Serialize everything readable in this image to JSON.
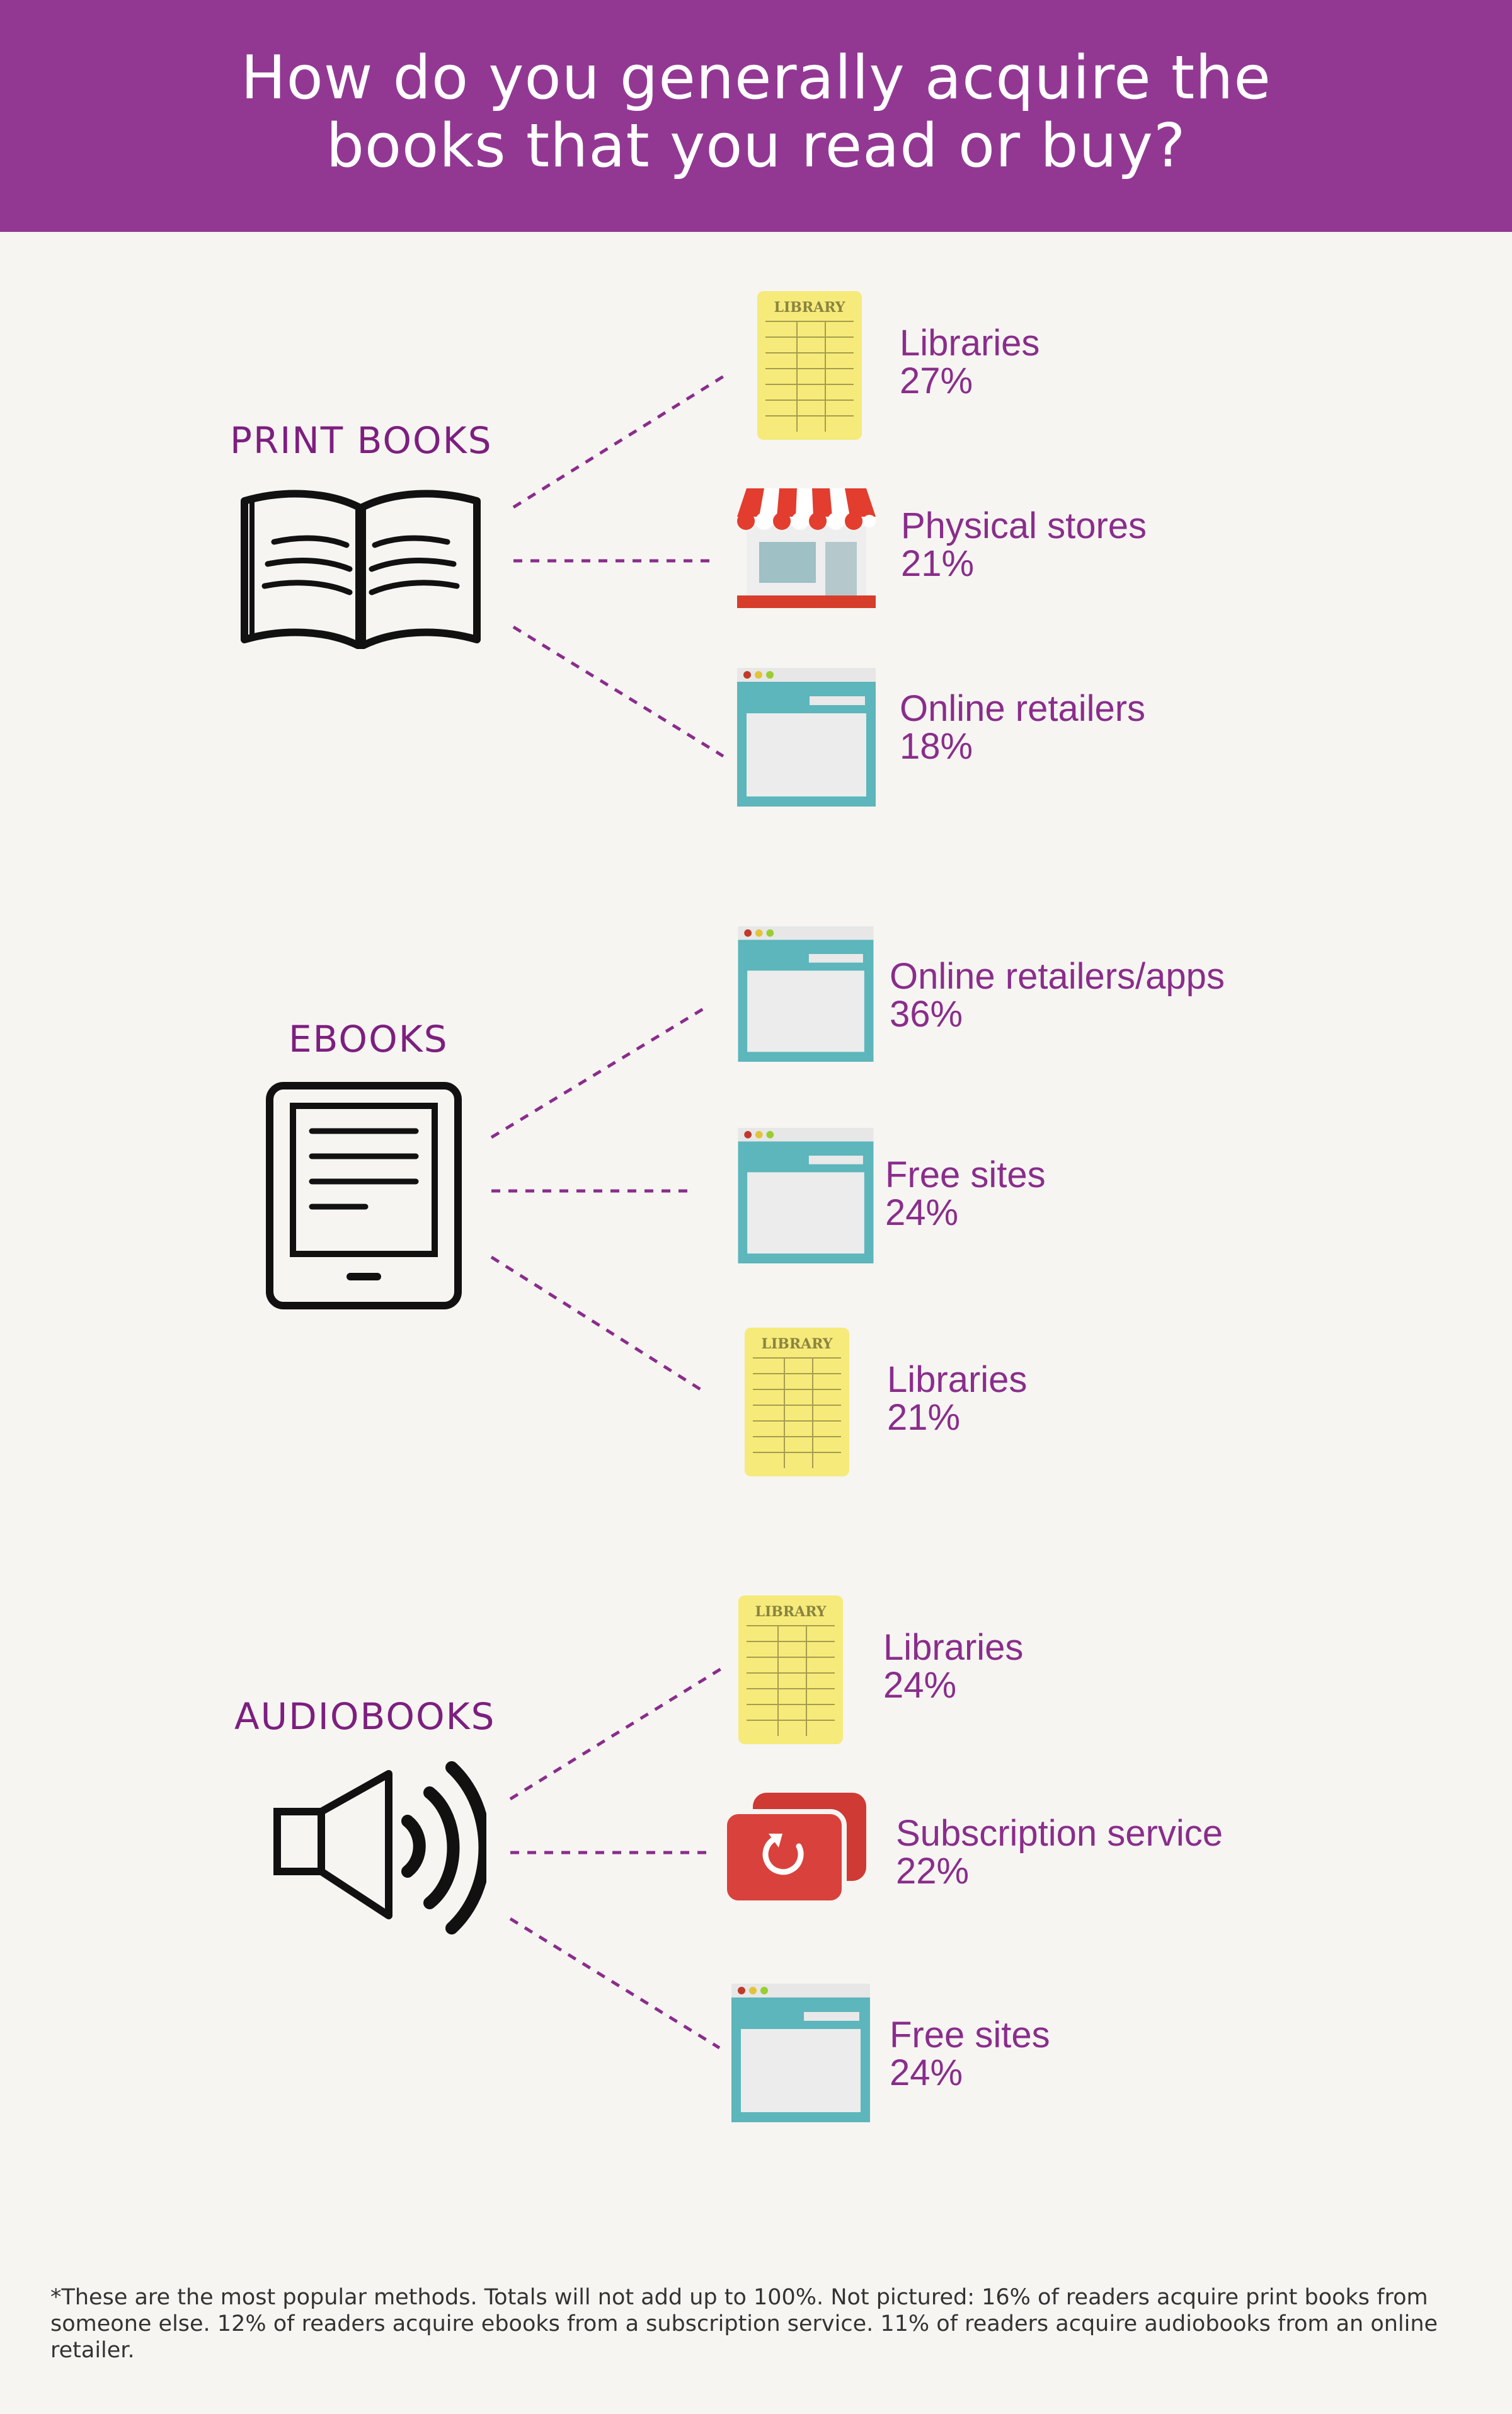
{
  "header": {
    "title_line1": "How do you generally acquire the",
    "title_line2": "books that you read or buy?",
    "background_color": "#923893"
  },
  "accent_color": "#8a2d8b",
  "sections": [
    {
      "title": "PRINT BOOKS",
      "icon": "open-book-icon",
      "items": [
        {
          "label": "Libraries",
          "value": "27%",
          "icon": "library-card-icon"
        },
        {
          "label": "Physical stores",
          "value": "21%",
          "icon": "storefront-icon"
        },
        {
          "label": "Online retailers",
          "value": "18%",
          "icon": "browser-window-icon"
        }
      ]
    },
    {
      "title": "EBOOKS",
      "icon": "ereader-icon",
      "items": [
        {
          "label": "Online retailers/apps",
          "value": "36%",
          "icon": "browser-window-icon"
        },
        {
          "label": "Free sites",
          "value": "24%",
          "icon": "browser-window-icon"
        },
        {
          "label": "Libraries",
          "value": "21%",
          "icon": "library-card-icon"
        }
      ]
    },
    {
      "title": "AUDIOBOOKS",
      "icon": "speaker-icon",
      "items": [
        {
          "label": "Libraries",
          "value": "24%",
          "icon": "library-card-icon"
        },
        {
          "label": "Subscription service",
          "value": "22%",
          "icon": "subscription-icon"
        },
        {
          "label": "Free sites",
          "value": "24%",
          "icon": "browser-window-icon"
        }
      ]
    }
  ],
  "library_card_text": "LIBRARY",
  "footnote": "*These are the most popular methods. Totals will not add up to 100%. Not pictured: 16% of readers acquire print books from someone else. 12% of readers acquire ebooks from a subscription service. 11% of readers acquire audiobooks from an online retailer."
}
